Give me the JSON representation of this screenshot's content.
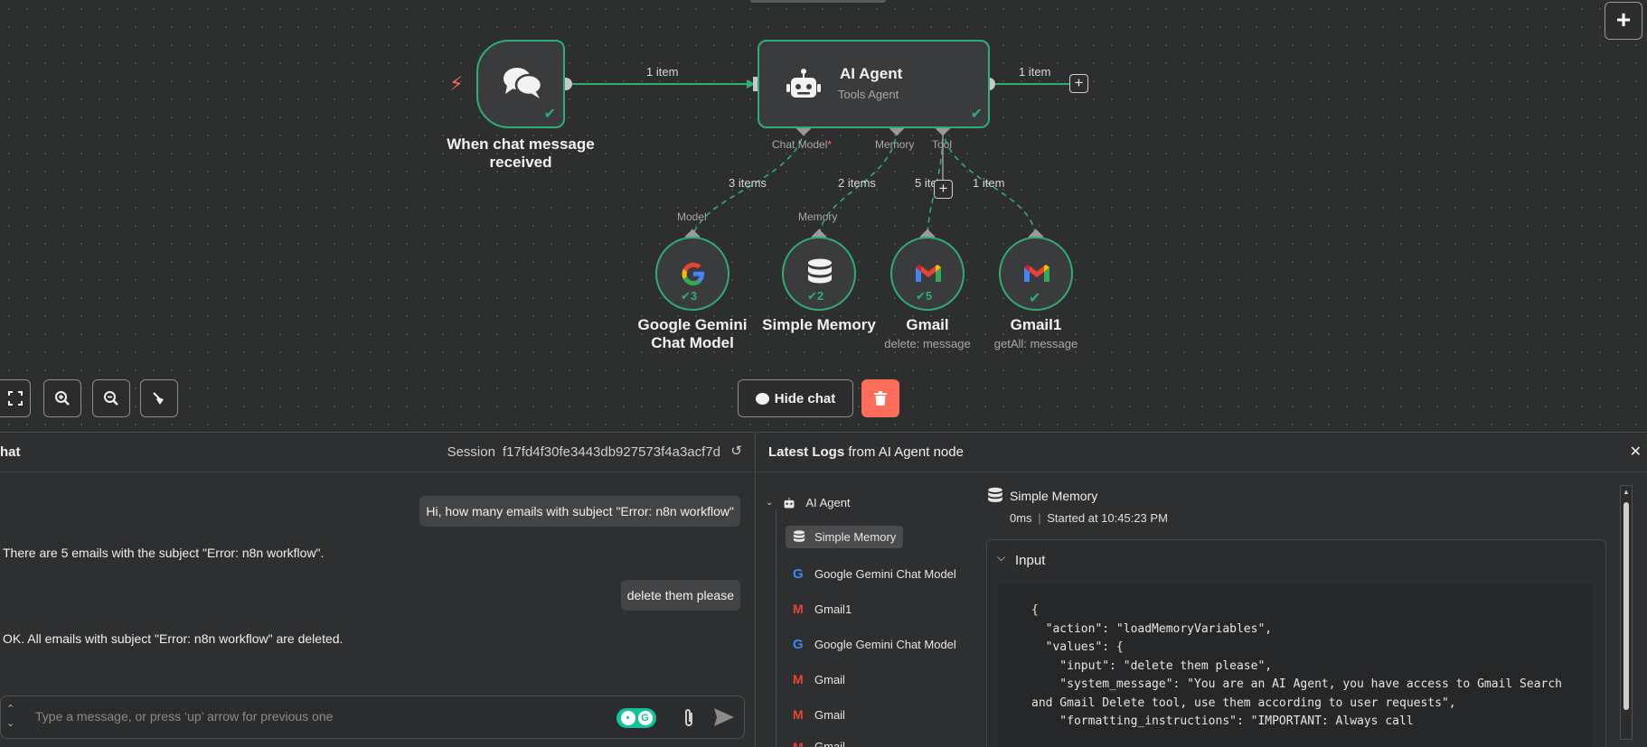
{
  "canvas": {
    "trigger": {
      "title": "When chat message received"
    },
    "agent": {
      "title": "AI Agent",
      "subtitle": "Tools Agent"
    },
    "edges": {
      "trigger_to_agent": "1 item",
      "agent_out": "1 item",
      "model_edge": "3 items",
      "memory_edge": "2 items",
      "tool_edge": "5 items",
      "tool2_edge": "1 item"
    },
    "ports": {
      "chat_model": "Chat Model",
      "chat_model_required": "*",
      "memory": "Memory",
      "tool": "Tool",
      "model_in": "Model",
      "memory_in": "Memory"
    },
    "subnodes": [
      {
        "title": "Google Gemini Chat Model",
        "subtitle": "",
        "count": "3"
      },
      {
        "title": "Simple Memory",
        "subtitle": "",
        "count": "2"
      },
      {
        "title": "Gmail",
        "subtitle": "delete: message",
        "count": "5"
      },
      {
        "title": "Gmail1",
        "subtitle": "getAll: message",
        "count": ""
      }
    ],
    "hide_chat_label": "Hide chat",
    "colors": {
      "success": "#2fae73",
      "accent": "#ff6d5a",
      "node_bg": "#3a3b3c"
    }
  },
  "chat": {
    "title": "hat",
    "session_label": "Session",
    "session_id": "f17fd4f30fe3443db927573f4a3acf7d",
    "messages": [
      {
        "role": "user",
        "text": "Hi, how many emails with subject \"Error: n8n workflow\""
      },
      {
        "role": "bot",
        "text": "There are 5 emails with the subject \"Error: n8n workflow\"."
      },
      {
        "role": "user",
        "text": "delete them please"
      },
      {
        "role": "bot",
        "text": "OK. All emails with subject \"Error: n8n workflow\" are deleted."
      }
    ],
    "input_placeholder": "Type a message, or press ‘up’ arrow for previous one"
  },
  "logs": {
    "title_bold": "Latest Logs",
    "title_rest": " from AI Agent node",
    "tree": [
      {
        "label": "AI Agent",
        "icon": "robot-icon"
      },
      {
        "label": "Simple Memory",
        "icon": "database-icon"
      },
      {
        "label": "Google Gemini Chat Model",
        "icon": "google-icon"
      },
      {
        "label": "Gmail1",
        "icon": "gmail-icon"
      },
      {
        "label": "Google Gemini Chat Model",
        "icon": "google-icon"
      },
      {
        "label": "Gmail",
        "icon": "gmail-icon"
      },
      {
        "label": "Gmail",
        "icon": "gmail-icon"
      },
      {
        "label": "Gmail",
        "icon": "gmail-icon"
      }
    ],
    "detail": {
      "title": "Simple Memory",
      "duration": "0ms",
      "started": "Started at 10:45:23 PM",
      "input_label": "Input",
      "code": "{\n  \"action\": \"loadMemoryVariables\",\n  \"values\": {\n    \"input\": \"delete them please\",\n    \"system_message\": \"You are an AI Agent, you have access to Gmail Search\nand Gmail Delete tool, use them according to user requests\",\n    \"formatting_instructions\": \"IMPORTANT: Always call"
    }
  }
}
